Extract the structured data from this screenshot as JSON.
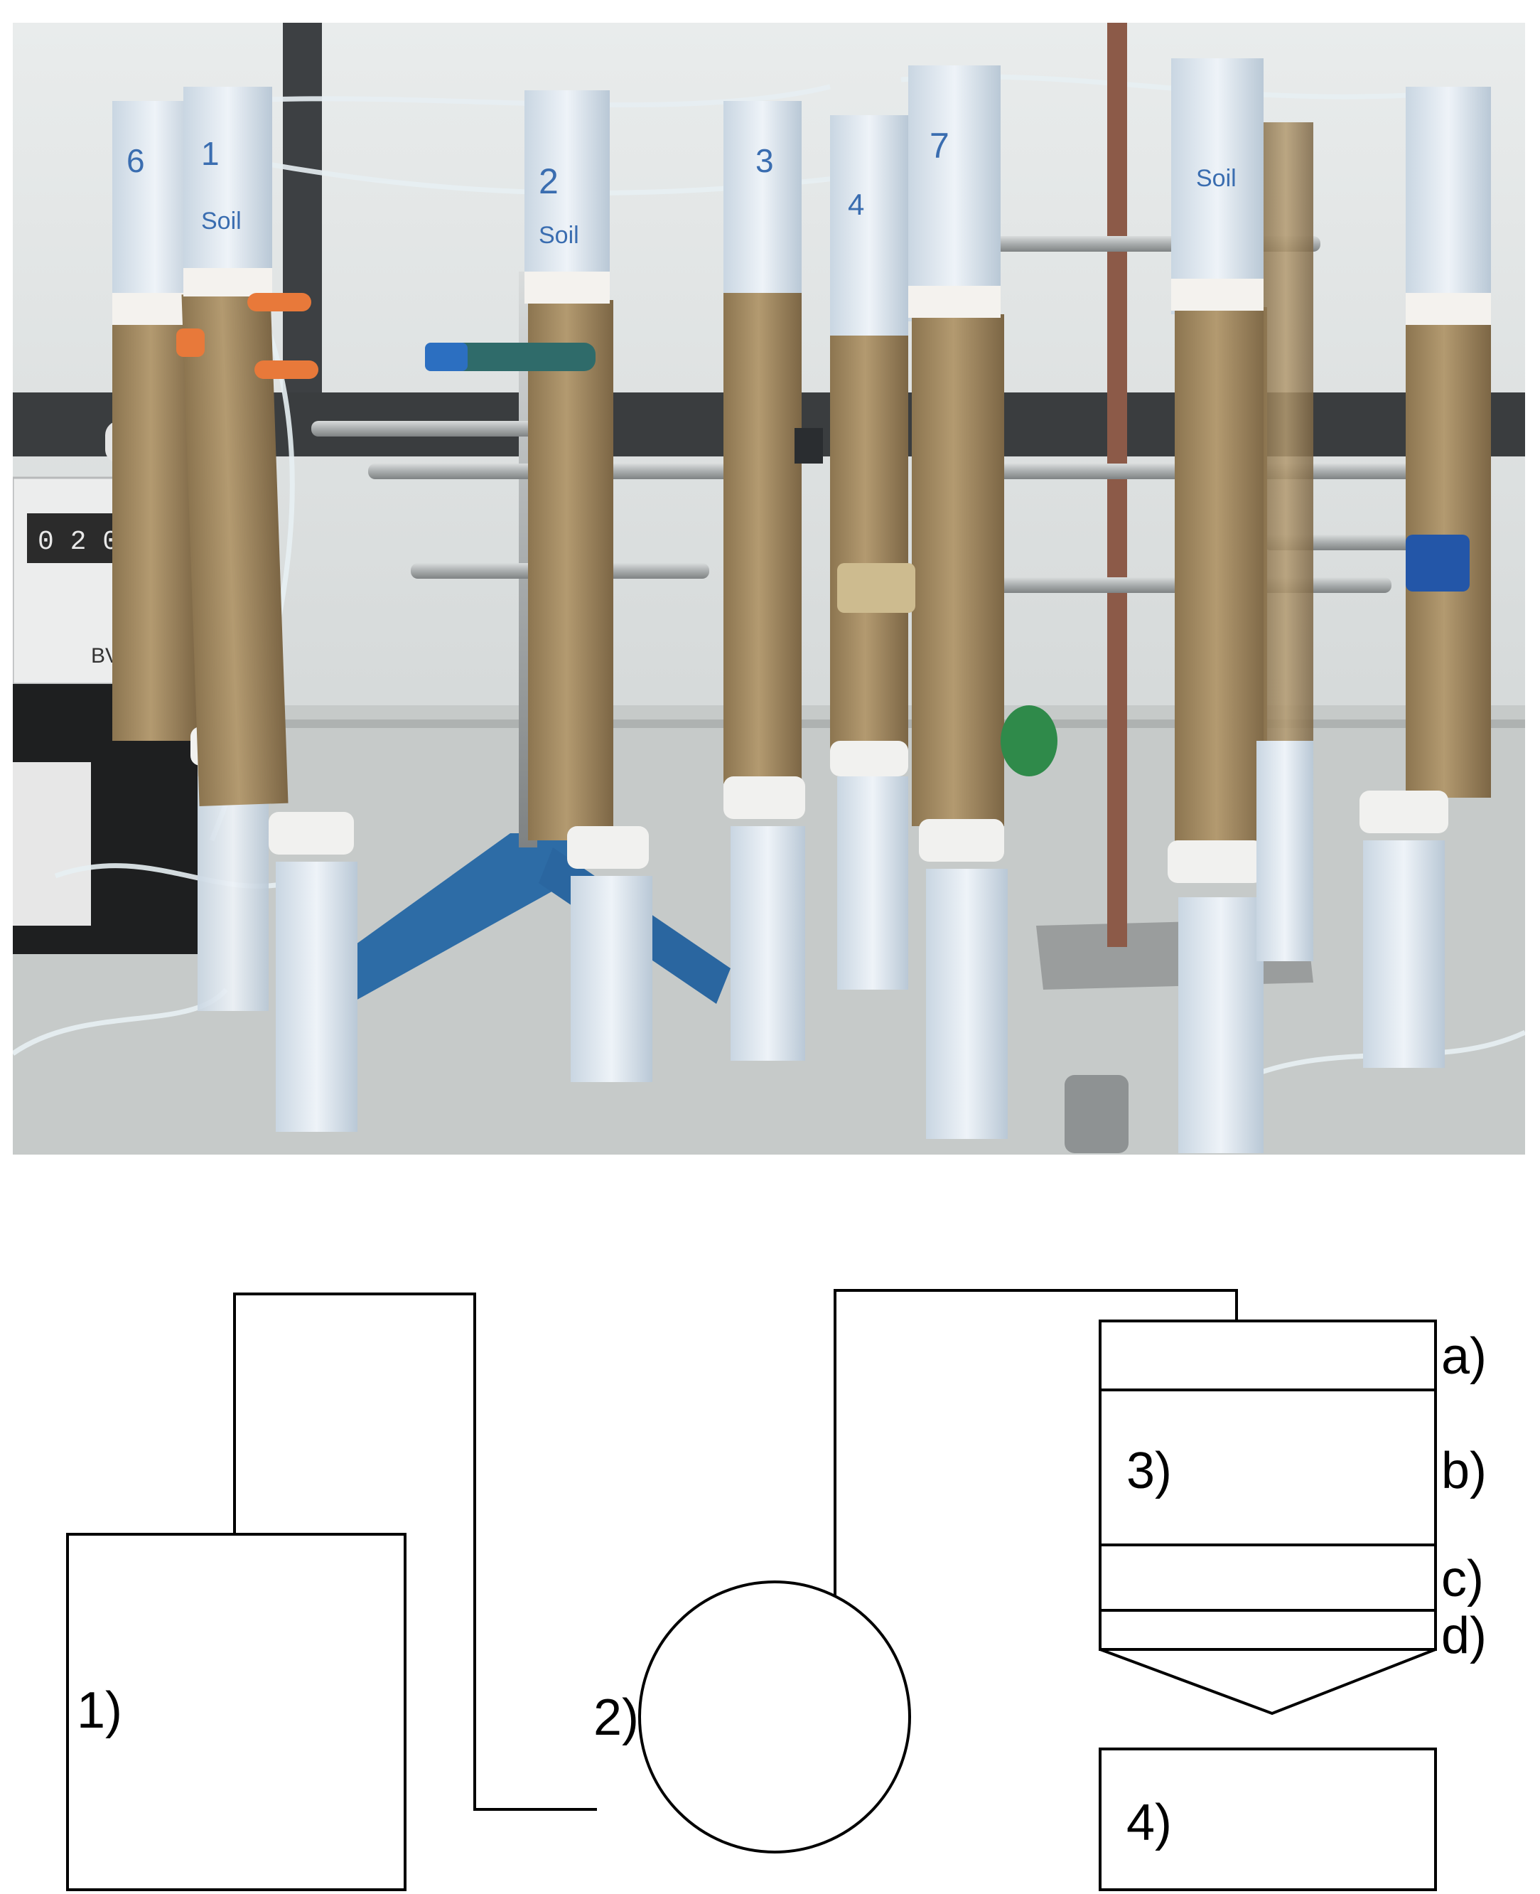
{
  "photo": {
    "column_labels": [
      "6",
      "1",
      "2",
      "3",
      "4",
      "7",
      "Soil",
      "Soil",
      "Soil"
    ],
    "pump_label": "BVP",
    "pump_display": "0 2 0",
    "colors": {
      "soil": "#a58b64",
      "stand_base": "#2e6fa8",
      "background_wall": "#e3e6e6",
      "bench": "#c9cccb"
    }
  },
  "schematic": {
    "labels": {
      "reservoir": "1)",
      "pump": "2)",
      "column": "3)",
      "collector": "4)",
      "layer_a": "a)",
      "layer_b": "b)",
      "layer_c": "c)",
      "layer_d": "d)"
    }
  }
}
